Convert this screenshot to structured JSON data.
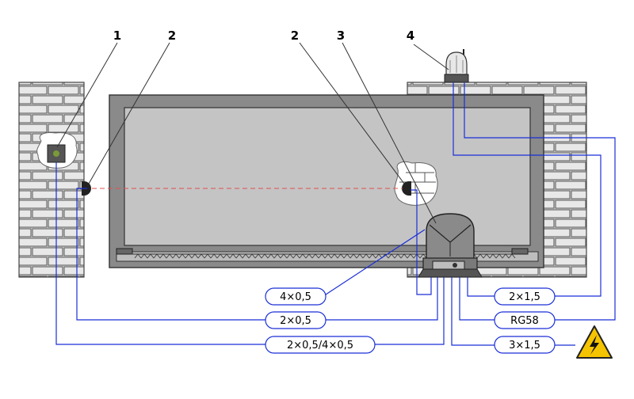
{
  "callouts": [
    "1",
    "2",
    "2",
    "3",
    "4"
  ],
  "cables": [
    {
      "label": "4×0,5"
    },
    {
      "label": "2×0,5"
    },
    {
      "label": "2×0,5/4×0,5"
    },
    {
      "label": "2×1,5"
    },
    {
      "label": "RG58"
    },
    {
      "label": "3×1,5"
    }
  ],
  "colors": {
    "wire": "#1a2fd8",
    "beam": "#e05050",
    "gate_frame": "#8a8a8a",
    "gate_panel": "#c4c4c4",
    "brick_fill": "#dcdcdc",
    "warning": "#f5c400"
  },
  "icons": [
    "electrical-warning-icon"
  ]
}
